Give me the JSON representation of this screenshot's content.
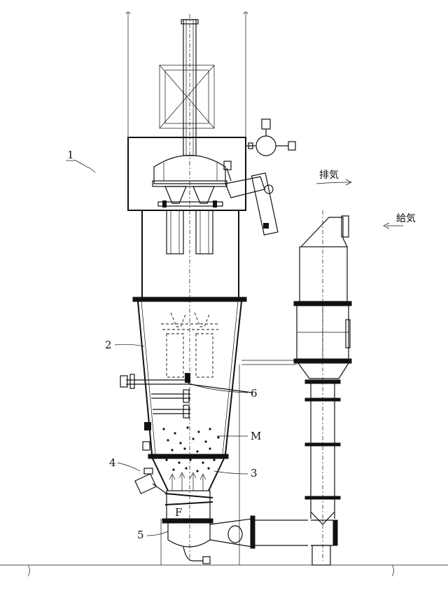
{
  "labels": {
    "device": "1",
    "body": "2",
    "dispersion_plate": "3",
    "blower": "4",
    "bottom": "5",
    "nozzle": "6",
    "material": "M",
    "flow": "F"
  },
  "airflow": {
    "exhaust": "排気",
    "supply": "給気"
  }
}
